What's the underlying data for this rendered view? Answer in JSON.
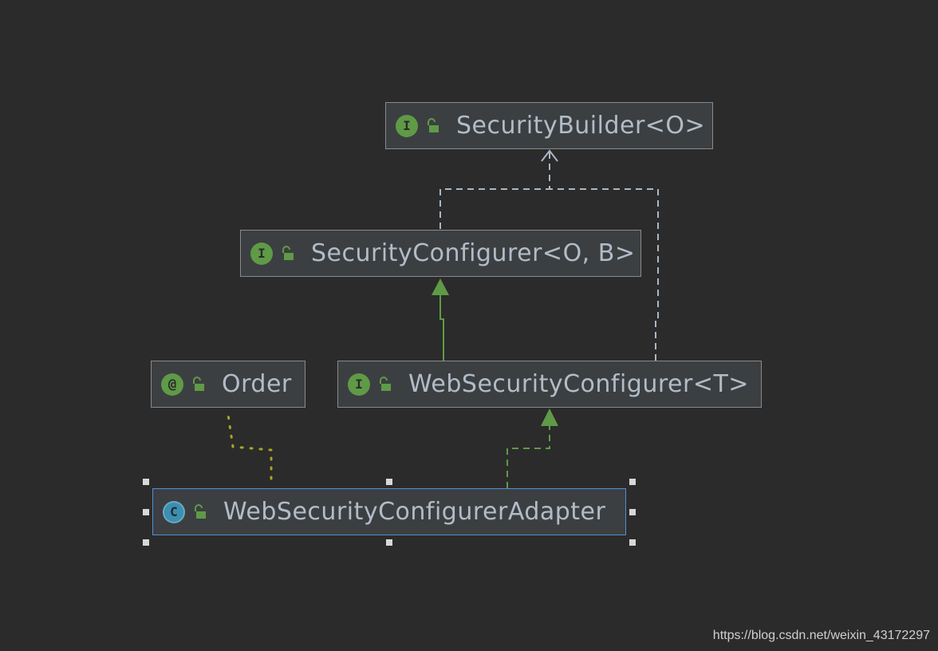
{
  "diagram": {
    "nodes": {
      "security_builder": {
        "label": "SecurityBuilder<O>",
        "kind": "interface",
        "icon": "interface-icon",
        "kind_letter": "I"
      },
      "security_configurer": {
        "label": "SecurityConfigurer<O, B>",
        "kind": "interface",
        "icon": "interface-icon",
        "kind_letter": "I"
      },
      "order": {
        "label": "Order",
        "kind": "annotation",
        "icon": "annotation-icon",
        "kind_letter": "@"
      },
      "web_security_configurer": {
        "label": "WebSecurityConfigurer<T>",
        "kind": "interface",
        "icon": "interface-icon",
        "kind_letter": "I"
      },
      "web_security_configurer_adapter": {
        "label": "WebSecurityConfigurerAdapter",
        "kind": "abstract-class",
        "icon": "abstract-class-icon",
        "kind_letter": "C",
        "selected": true
      }
    },
    "edges": [
      {
        "from": "security_configurer",
        "to": "security_builder",
        "type": "dependency",
        "style": "dashed",
        "color": "#a9b7c6"
      },
      {
        "from": "web_security_configurer",
        "to": "security_builder",
        "type": "dependency",
        "style": "dashed",
        "color": "#a9b7c6"
      },
      {
        "from": "web_security_configurer",
        "to": "security_configurer",
        "type": "extends",
        "style": "solid",
        "color": "#5f9a47"
      },
      {
        "from": "web_security_configurer_adapter",
        "to": "web_security_configurer",
        "type": "implements",
        "style": "dashed",
        "color": "#5f9a47"
      },
      {
        "from": "web_security_configurer_adapter",
        "to": "order",
        "type": "annotated-by",
        "style": "dotted",
        "color": "#a6a62a"
      }
    ]
  },
  "colors": {
    "background": "#2b2b2b",
    "node_fill": "#3c3f41",
    "node_border": "#8a8a8a",
    "selected_border": "#4f8fd6",
    "text": "#b2bcc8",
    "interface_green": "#5f9a47",
    "class_blue": "#3b8fb0",
    "annotation_link": "#a6a62a"
  },
  "watermark": "https://blog.csdn.net/weixin_43172297"
}
